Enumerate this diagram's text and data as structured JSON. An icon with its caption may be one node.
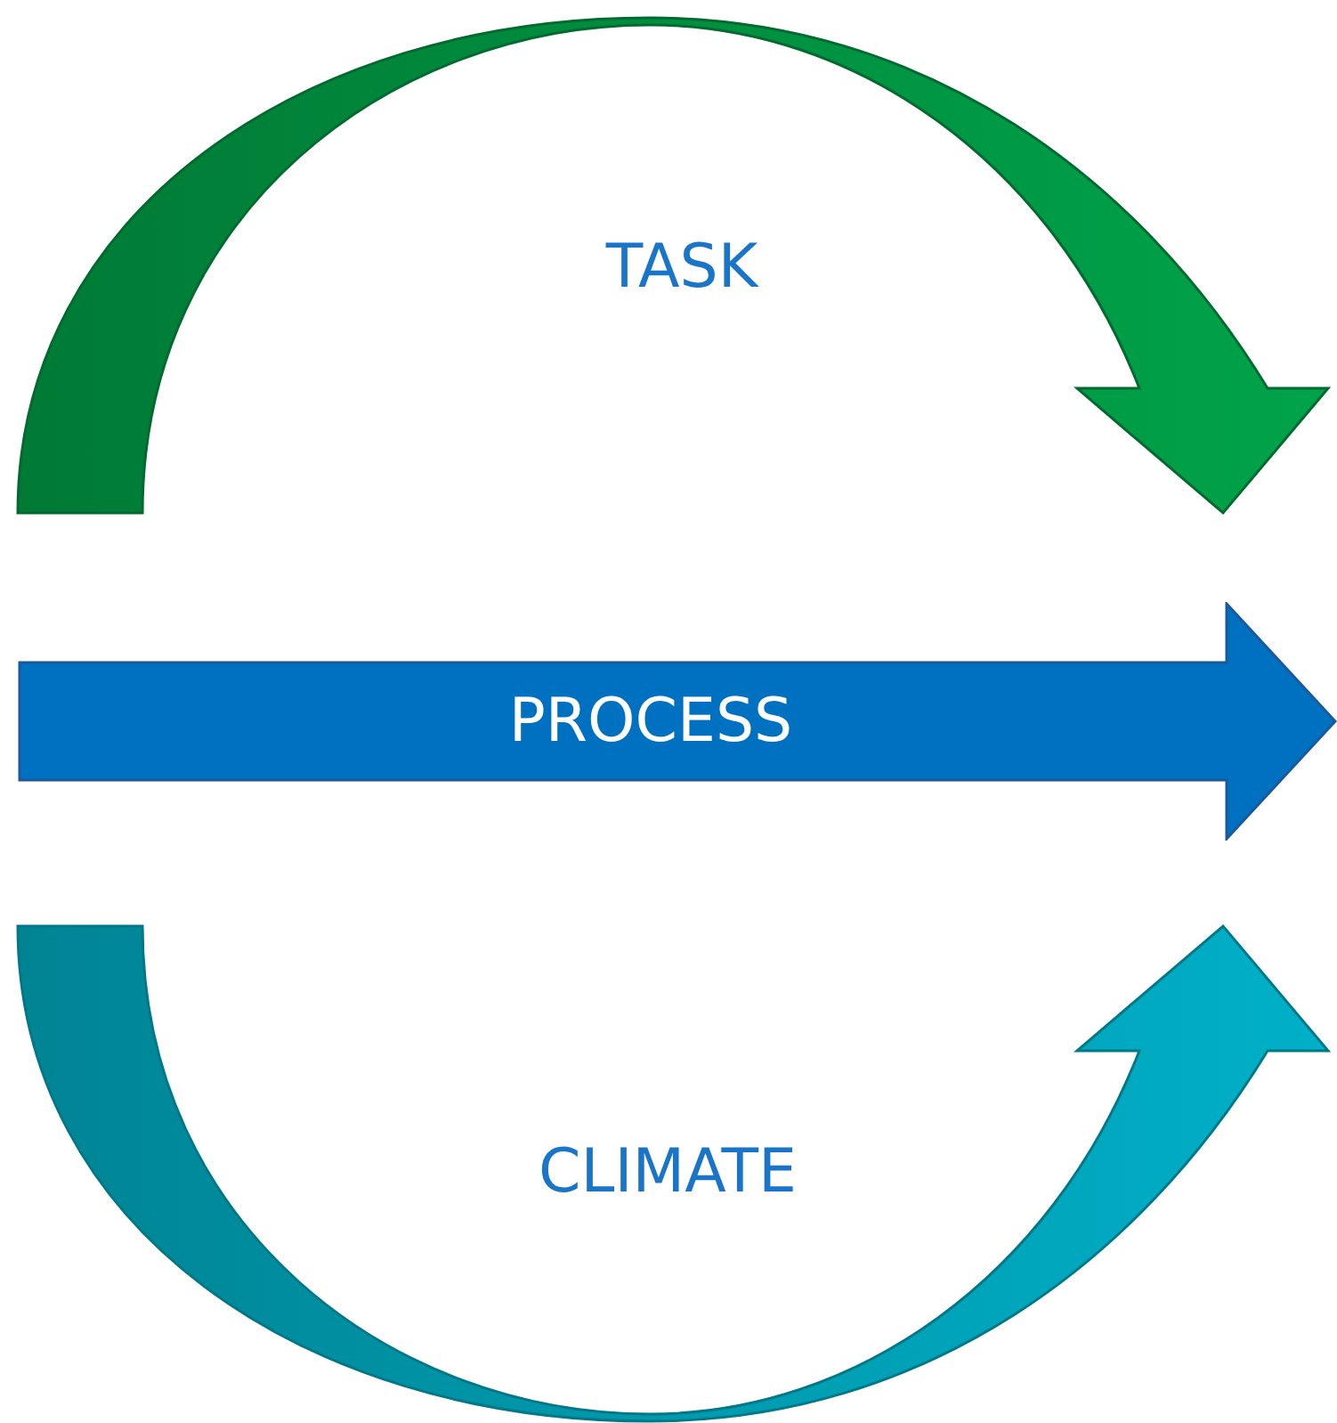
{
  "diagram": {
    "nodes": [
      {
        "text": [
          "PROCESS"
        ]
      }
    ],
    "labels": [
      "TASK",
      "CLIMATE"
    ]
  }
}
